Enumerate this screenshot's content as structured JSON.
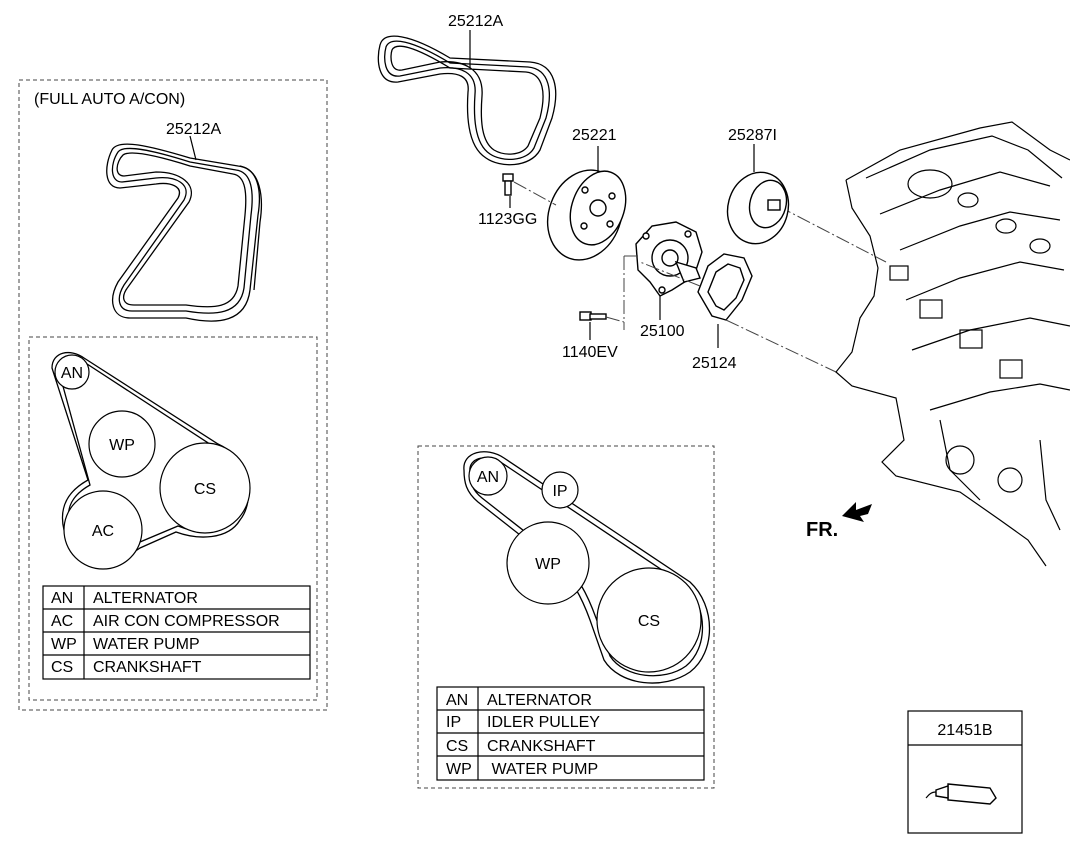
{
  "callouts": {
    "belt_top": "25212A",
    "belt_left": "25212A",
    "pulley": "25221",
    "bolt_pulley": "1123GG",
    "water_pump": "25100",
    "bolt_pump": "1140EV",
    "gasket": "25124",
    "idler": "25287I",
    "sealant": "21451B",
    "front_marker": "FR."
  },
  "left_panel": {
    "title": "(FULL AUTO A/CON)",
    "pulleys": [
      "AN",
      "WP",
      "CS",
      "AC"
    ],
    "legend": [
      {
        "code": "AN",
        "name": "ALTERNATOR"
      },
      {
        "code": "AC",
        "name": "AIR CON COMPRESSOR"
      },
      {
        "code": "WP",
        "name": "WATER PUMP"
      },
      {
        "code": "CS",
        "name": "CRANKSHAFT"
      }
    ]
  },
  "center_panel": {
    "pulleys": [
      "AN",
      "IP",
      "WP",
      "CS"
    ],
    "legend": [
      {
        "code": "AN",
        "name": "ALTERNATOR"
      },
      {
        "code": "IP",
        "name": "IDLER PULLEY"
      },
      {
        "code": "CS",
        "name": "CRANKSHAFT"
      },
      {
        "code": "WP",
        "name": " WATER PUMP"
      }
    ]
  }
}
